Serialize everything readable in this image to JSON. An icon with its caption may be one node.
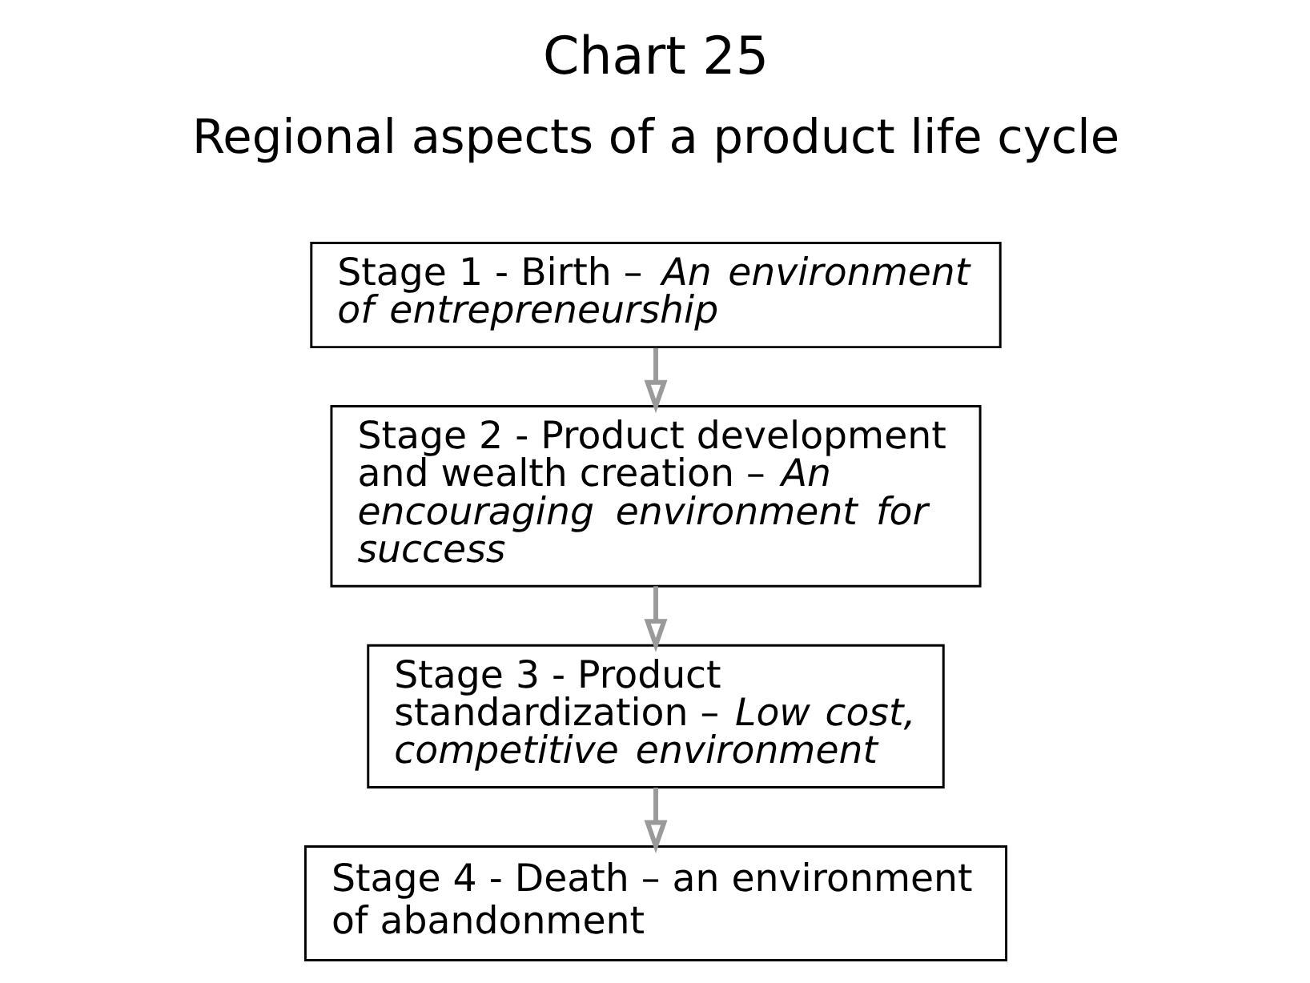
{
  "diagram": {
    "title": "Chart 25",
    "nodes": [
      {
        "text": [
          "Stage 1 - Birth –*An environment of entrepreneurship*"
        ]
      },
      {
        "text": [
          "Stage 2 - Product development and wealth creation – *An encouraging environment for success*"
        ]
      },
      {
        "text": [
          "Stage 3 - Product standardization – *Low cost, competitive environment*"
        ]
      },
      {
        "text": [
          "Stage 4 - Death – an environment of abandonment"
        ]
      }
    ],
    "edges": [
      {
        "from": 0,
        "to": 1,
        "arrow": "to"
      },
      {
        "from": 1,
        "to": 2,
        "arrow": "to"
      },
      {
        "from": 2,
        "to": 3,
        "arrow": "to"
      }
    ],
    "labels": [
      "Regional aspects of a product life cycle"
    ]
  }
}
